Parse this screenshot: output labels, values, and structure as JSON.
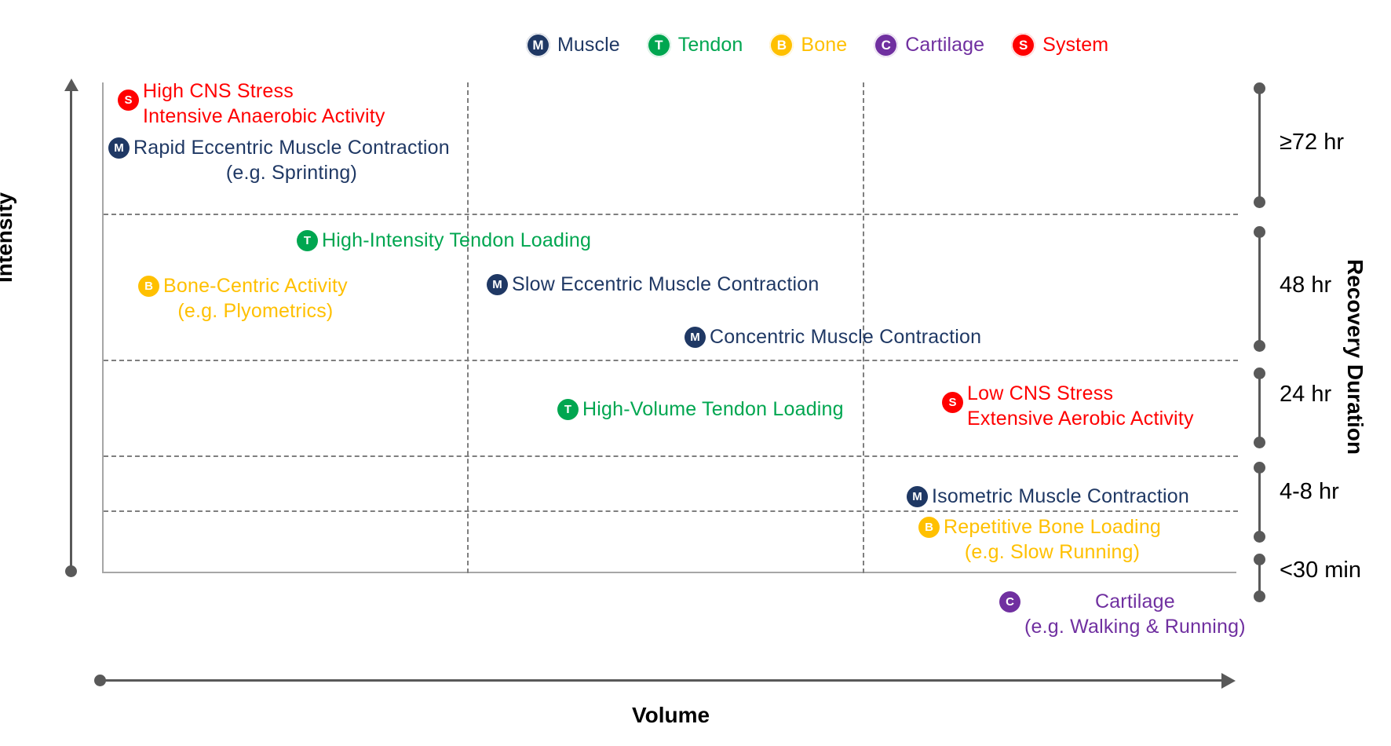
{
  "legend": {
    "items": [
      {
        "key": "muscle",
        "letter": "M",
        "label": "Muscle",
        "color": "#1F3864"
      },
      {
        "key": "tendon",
        "letter": "T",
        "label": "Tendon",
        "color": "#00A650"
      },
      {
        "key": "bone",
        "letter": "B",
        "label": "Bone",
        "color": "#FFC000"
      },
      {
        "key": "cartilage",
        "letter": "C",
        "label": "Cartilage",
        "color": "#7030A0"
      },
      {
        "key": "system",
        "letter": "S",
        "label": "System",
        "color": "#FF0000"
      }
    ]
  },
  "axes": {
    "y_left_title": "Intensity",
    "x_title": "Volume",
    "y_right_title": "Recovery Duration"
  },
  "recovery_brackets": [
    {
      "label": "≥72 hr"
    },
    {
      "label": "48 hr"
    },
    {
      "label": "24 hr"
    },
    {
      "label": "4-8 hr"
    },
    {
      "label": "<30 min"
    }
  ],
  "entries": [
    {
      "id": "high-cns-stress",
      "badge": "S",
      "category": "system",
      "lines": [
        "High CNS Stress",
        "Intensive Anaerobic Activity"
      ]
    },
    {
      "id": "rapid-eccentric-muscle-contraction",
      "badge": "M",
      "category": "muscle",
      "lines": [
        "Rapid Eccentric Muscle Contraction",
        "(e.g. Sprinting)"
      ]
    },
    {
      "id": "high-intensity-tendon-loading",
      "badge": "T",
      "category": "tendon",
      "lines": [
        "High-Intensity Tendon Loading"
      ]
    },
    {
      "id": "bone-centric-activity",
      "badge": "B",
      "category": "bone",
      "lines": [
        "Bone-Centric  Activity",
        "(e.g. Plyometrics)"
      ]
    },
    {
      "id": "slow-eccentric-muscle-contraction",
      "badge": "M",
      "category": "muscle",
      "lines": [
        "Slow Eccentric Muscle Contraction"
      ]
    },
    {
      "id": "concentric-muscle-contraction",
      "badge": "M",
      "category": "muscle",
      "lines": [
        "Concentric  Muscle Contraction"
      ]
    },
    {
      "id": "high-volume-tendon-loading",
      "badge": "T",
      "category": "tendon",
      "lines": [
        "High-Volume Tendon Loading"
      ]
    },
    {
      "id": "low-cns-stress",
      "badge": "S",
      "category": "system",
      "lines": [
        "Low CNS Stress",
        "Extensive  Aerobic Activity"
      ]
    },
    {
      "id": "isometric-muscle-contraction",
      "badge": "M",
      "category": "muscle",
      "lines": [
        "Isometric Muscle Contraction"
      ]
    },
    {
      "id": "repetitive-bone-loading",
      "badge": "B",
      "category": "bone",
      "lines": [
        "Repetitive  Bone Loading",
        "(e.g. Slow Running)"
      ]
    },
    {
      "id": "cartilage-activity",
      "badge": "C",
      "category": "cartilage",
      "lines": [
        "Cartilage",
        "(e.g. Walking & Running)"
      ]
    }
  ],
  "chart_data": {
    "type": "table",
    "title": "",
    "xlabel": "Volume",
    "ylabel": "Intensity",
    "secondary_ylabel": "Recovery Duration",
    "grid": "dashed",
    "intensity_bands": [
      "≥72 hr",
      "48 hr",
      "24 hr",
      "4-8 hr",
      "<30 min"
    ],
    "volume_columns": [
      "low",
      "medium",
      "high"
    ],
    "points": [
      {
        "tissue": "System",
        "label": "High CNS Stress / Intensive Anaerobic Activity",
        "volume": "low",
        "intensity": "highest",
        "recovery": "≥72 hr"
      },
      {
        "tissue": "Muscle",
        "label": "Rapid Eccentric Muscle Contraction (e.g. Sprinting)",
        "volume": "low",
        "intensity": "highest",
        "recovery": "≥72 hr"
      },
      {
        "tissue": "Tendon",
        "label": "High-Intensity Tendon Loading",
        "volume": "low-medium",
        "intensity": "high",
        "recovery": "48 hr"
      },
      {
        "tissue": "Bone",
        "label": "Bone-Centric Activity (e.g. Plyometrics)",
        "volume": "low",
        "intensity": "high",
        "recovery": "48 hr"
      },
      {
        "tissue": "Muscle",
        "label": "Slow Eccentric Muscle Contraction",
        "volume": "medium",
        "intensity": "high",
        "recovery": "48 hr"
      },
      {
        "tissue": "Muscle",
        "label": "Concentric Muscle Contraction",
        "volume": "medium",
        "intensity": "high",
        "recovery": "48 hr"
      },
      {
        "tissue": "Tendon",
        "label": "High-Volume Tendon Loading",
        "volume": "medium",
        "intensity": "moderate",
        "recovery": "24 hr"
      },
      {
        "tissue": "System",
        "label": "Low CNS Stress / Extensive Aerobic Activity",
        "volume": "high",
        "intensity": "moderate",
        "recovery": "24 hr"
      },
      {
        "tissue": "Muscle",
        "label": "Isometric Muscle Contraction",
        "volume": "high",
        "intensity": "low",
        "recovery": "4-8 hr"
      },
      {
        "tissue": "Bone",
        "label": "Repetitive Bone Loading (e.g. Slow Running)",
        "volume": "high",
        "intensity": "low",
        "recovery": "4-8 hr"
      },
      {
        "tissue": "Cartilage",
        "label": "Cartilage (e.g. Walking & Running)",
        "volume": "high",
        "intensity": "lowest",
        "recovery": "<30 min"
      }
    ]
  }
}
